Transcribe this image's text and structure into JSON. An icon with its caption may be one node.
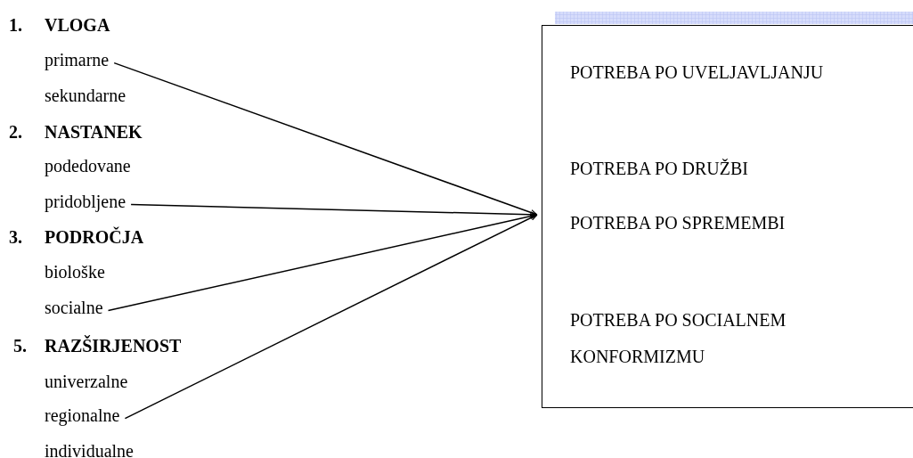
{
  "diagram": {
    "nodes": [
      {
        "text": [
          "primarne"
        ]
      },
      {
        "text": [
          "pridobljene"
        ]
      },
      {
        "text": [
          "socialne"
        ]
      },
      {
        "text": [
          "regionalne"
        ]
      },
      {
        "text": [
          "POTREBA PO UVELJAVLJANJU",
          "POTREBA PO DRUŽBI",
          "POTREBA PO SPREMEMBI",
          "POTREBA PO SOCIALNEM KONFORMIZMU"
        ]
      }
    ],
    "edges": [
      {
        "from": 0,
        "to": 4,
        "arrow": "to"
      },
      {
        "from": 1,
        "to": 4,
        "arrow": "to"
      },
      {
        "from": 2,
        "to": 4,
        "arrow": "to"
      },
      {
        "from": 3,
        "to": 4,
        "arrow": "to"
      }
    ],
    "labels": [
      "1.",
      "VLOGA",
      "sekundarne",
      "2.",
      "NASTANEK",
      "podedovane",
      "3.",
      "PODROČJA",
      "biološke",
      "5.",
      "RAZŠIRJENOST",
      "univerzalne",
      "individualne"
    ]
  }
}
